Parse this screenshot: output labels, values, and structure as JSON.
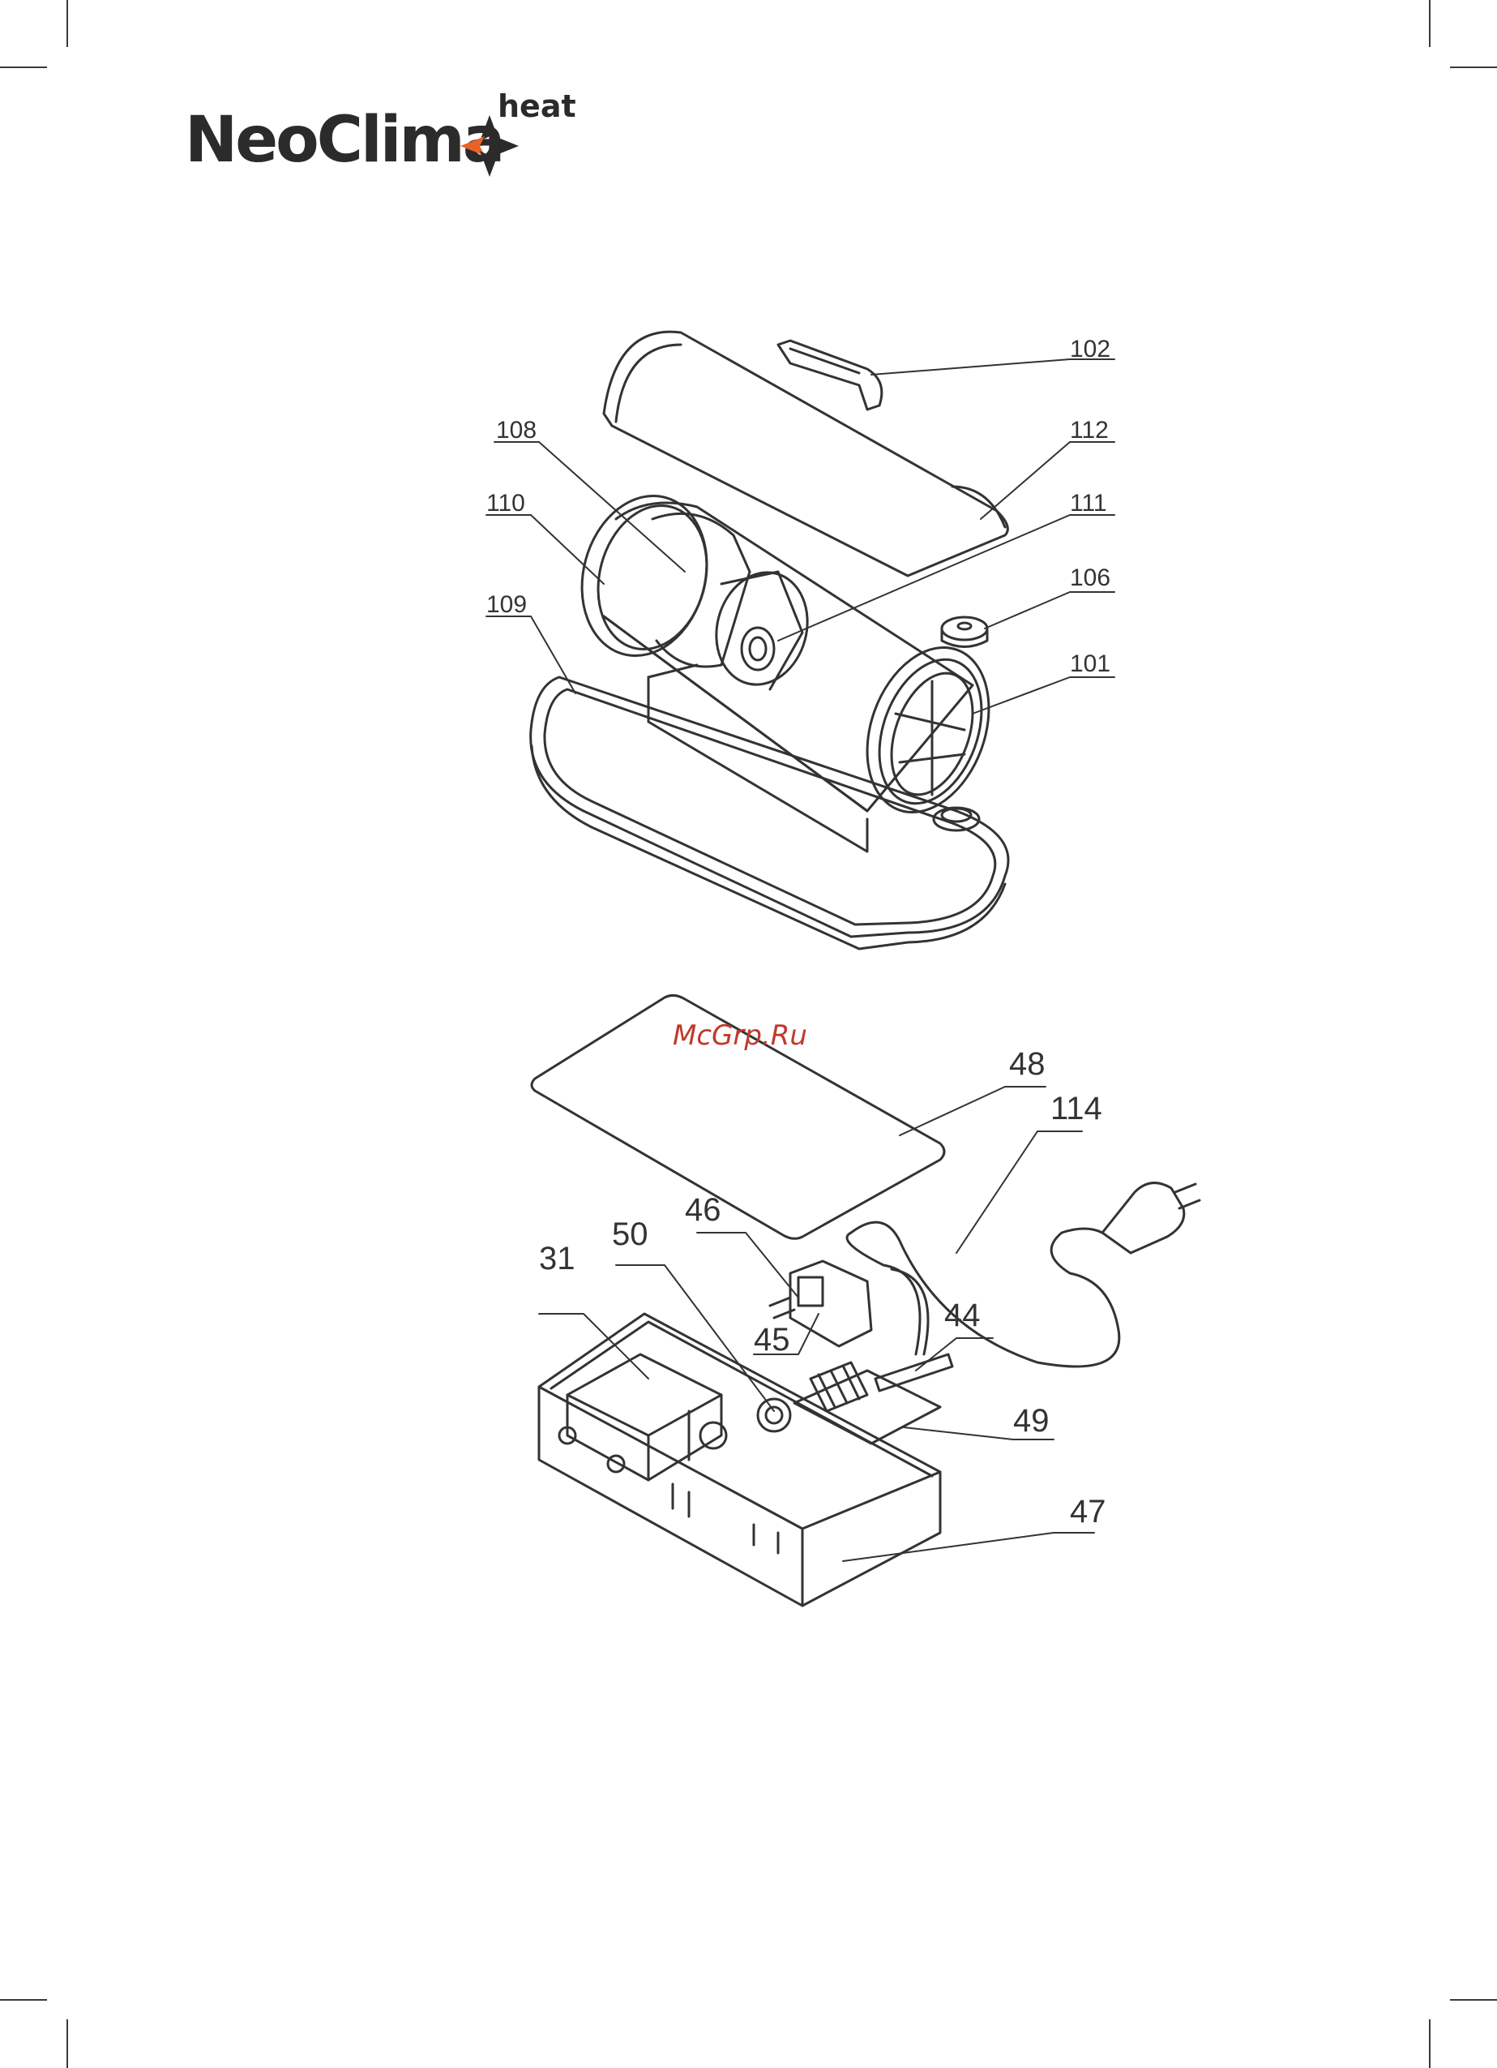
{
  "logo": {
    "name": "NeoClima",
    "superscript": "heat",
    "accent_color": "#e8622a"
  },
  "watermark": "McGrp.Ru",
  "diagram_top": {
    "labels": [
      "102",
      "108",
      "112",
      "110",
      "111",
      "106",
      "109",
      "101"
    ]
  },
  "diagram_bottom": {
    "labels": [
      "48",
      "114",
      "46",
      "50",
      "31",
      "45",
      "44",
      "49",
      "47"
    ]
  }
}
